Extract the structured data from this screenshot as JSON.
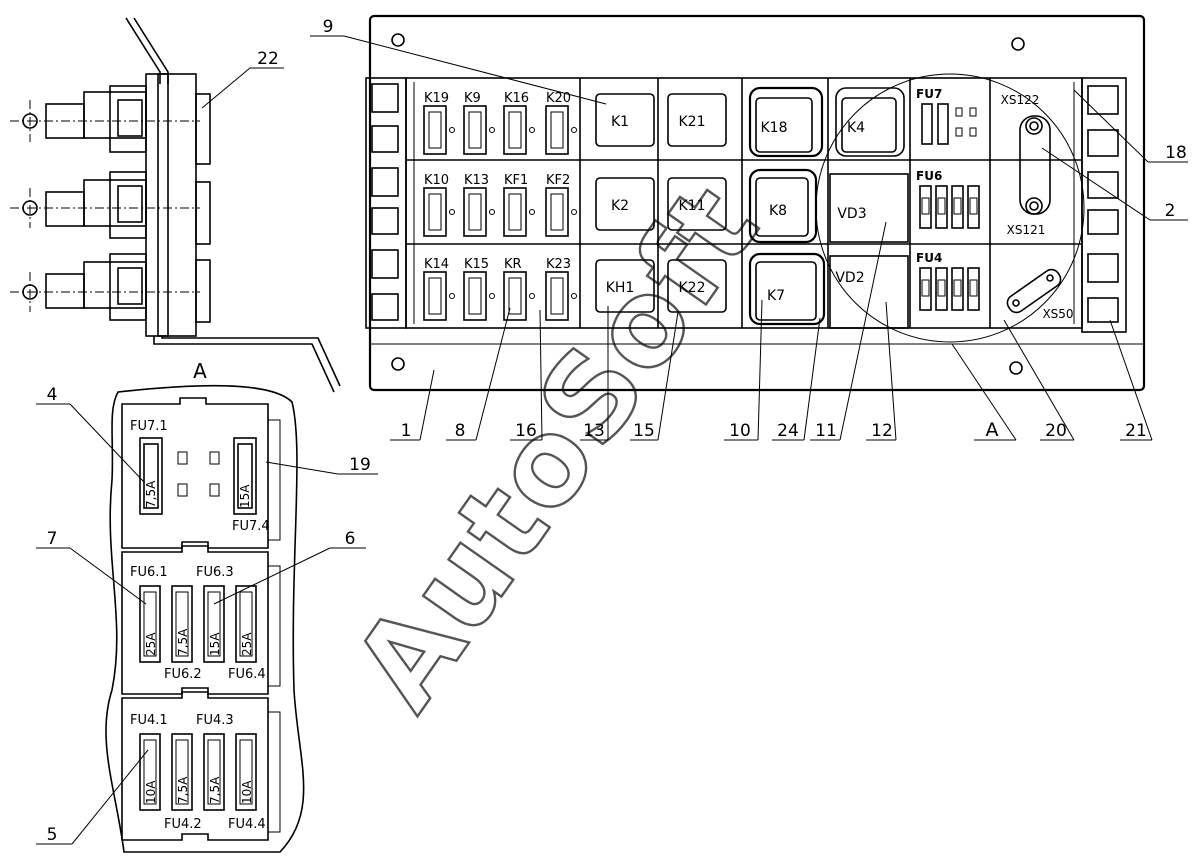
{
  "watermark": "AutoSoft",
  "view_label": "A",
  "view_marker": "A",
  "relays_row1": [
    "K19",
    "K9",
    "K16",
    "K20"
  ],
  "relays_row2": [
    "K10",
    "K13",
    "KF1",
    "KF2"
  ],
  "relays_row3": [
    "K14",
    "K15",
    "KR",
    "K23"
  ],
  "big_col1": [
    "K1",
    "K2",
    "KH1"
  ],
  "big_col2": [
    "K21",
    "K11",
    "K22"
  ],
  "rounded_relays": [
    "K18",
    "K4",
    "K8",
    "K7"
  ],
  "diodes": [
    "VD3",
    "VD2"
  ],
  "fuse_blocks": [
    "FU7",
    "FU6",
    "FU4"
  ],
  "connectors": [
    "XS122",
    "XS121",
    "XS50"
  ],
  "callouts_main": {
    "n9": "9",
    "n18": "18",
    "n2": "2",
    "n1": "1",
    "n8": "8",
    "n16": "16",
    "n13": "13",
    "n15": "15",
    "n10": "10",
    "n24": "24",
    "n11": "11",
    "n12": "12",
    "n20": "20",
    "n21": "21"
  },
  "callouts_side": {
    "n22": "22"
  },
  "callouts_detail": {
    "n4": "4",
    "n19": "19",
    "n7": "7",
    "n6": "6",
    "n5": "5"
  },
  "detail": {
    "fu7": {
      "left": "FU7.1",
      "right": "FU7.4",
      "rating_left": "7,5A",
      "rating_right": "15A"
    },
    "fu6": {
      "top_labels": [
        "FU6.1",
        "FU6.3"
      ],
      "bottom_labels": [
        "FU6.2",
        "FU6.4"
      ],
      "ratings": [
        "25A",
        "7,5A",
        "15A",
        "25A"
      ]
    },
    "fu4": {
      "top_labels": [
        "FU4.1",
        "FU4.3"
      ],
      "bottom_labels": [
        "FU4.2",
        "FU4.4"
      ],
      "ratings": [
        "10A",
        "7,5A",
        "7,5A",
        "10A"
      ]
    }
  }
}
